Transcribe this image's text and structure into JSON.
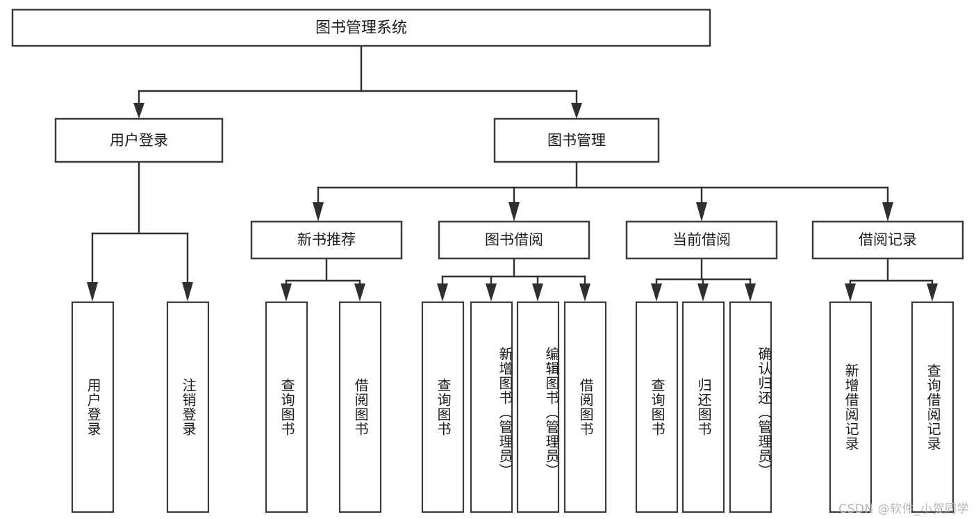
{
  "diagram": {
    "kind": "tree-structure-chart",
    "root": {
      "label": "图书管理系统"
    },
    "level2": [
      {
        "label": "用户登录"
      },
      {
        "label": "图书管理"
      }
    ],
    "level3": [
      {
        "label": "新书推荐"
      },
      {
        "label": "图书借阅"
      },
      {
        "label": "当前借阅"
      },
      {
        "label": "借阅记录"
      }
    ],
    "leaves": {
      "user_login": [
        {
          "label": "用户登录"
        },
        {
          "label": "注销登录"
        }
      ],
      "new_book_recommend": [
        {
          "label": "查询图书"
        },
        {
          "label": "借阅图书"
        }
      ],
      "book_borrow": [
        {
          "label": "查询图书"
        },
        {
          "label": "新增图书（管理员）"
        },
        {
          "label": "编辑图书（管理员）"
        },
        {
          "label": "借阅图书"
        }
      ],
      "current_borrow": [
        {
          "label": "查询图书"
        },
        {
          "label": "归还图书"
        },
        {
          "label": "确认归还（管理员）"
        }
      ],
      "borrow_record": [
        {
          "label": "新增借阅记录"
        },
        {
          "label": "查询借阅记录"
        }
      ]
    }
  },
  "watermark": {
    "text": "CSDN @软件_小贺同学"
  },
  "colors": {
    "background": "#ffffff",
    "box_stroke": "#3a3a3a",
    "connector": "#2f2f2f",
    "text": "#1a1a1a",
    "watermark": "#b6b6b6"
  }
}
